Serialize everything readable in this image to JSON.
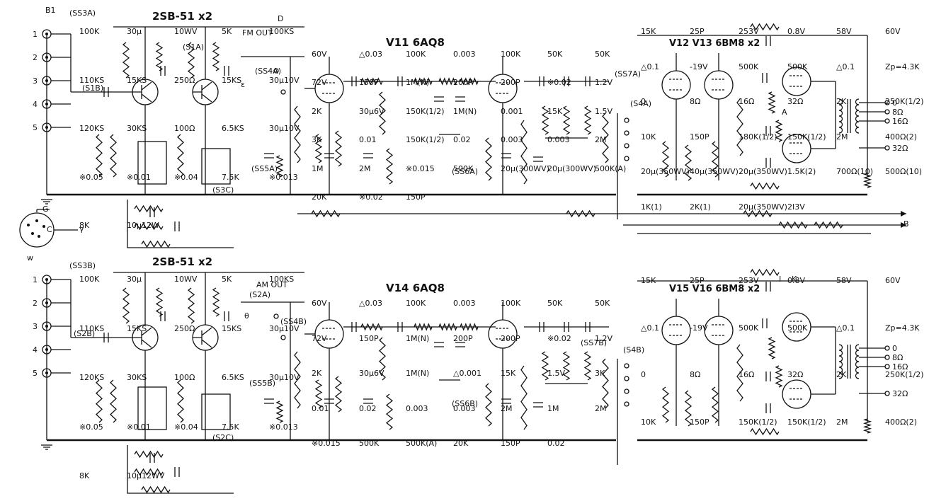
{
  "upper": {
    "jacks": [
      "1",
      "2",
      "3",
      "4",
      "5"
    ],
    "transistor_title": "2SB-51 x2",
    "tube_title": "V11 6AQ8",
    "out_tube_title": "V12 V13 6BM8 x2",
    "fm_out": "FM OUT",
    "switches": [
      "(SS3A)",
      "(S1A)",
      "(S1B)",
      "(SS4A)",
      "(SS5A)",
      "(SS6A)",
      "(SS7A)",
      "(S4A)",
      "(S3C)"
    ],
    "labels_left": [
      "100K",
      "30μ",
      "10WV",
      "5K",
      "100KS",
      "110KS",
      "15KS",
      "250Ω",
      "15KS",
      "30μ10V",
      "120KS",
      "30KS",
      "100Ω",
      "6.5KS",
      "30μ10V",
      "※0.05",
      "※0.01",
      "※0.04",
      "7.5K",
      "※0.013",
      "8K",
      "10μ12W"
    ],
    "labels_mid": [
      "60V",
      "△0.03",
      "100K",
      "0.003",
      "100K",
      "50K",
      "50K",
      "72V",
      "150P",
      "1M(N)",
      "200P",
      "200P",
      "※0.02",
      "1.2V",
      "2K",
      "30μ6V",
      "150K(1/2)",
      "1M(N)",
      "0.001",
      "15K",
      "1.5V",
      "3K",
      "0.01",
      "150K(1/2)",
      "0.02",
      "0.003",
      "0.003",
      "2M",
      "1M",
      "2M",
      "※0.015",
      "500K",
      "20μ(300WV)",
      "20μ(300WV)",
      "500K(A)",
      "20K",
      "※0.02",
      "150P"
    ],
    "labels_right": [
      "15K",
      "25P",
      "253V",
      "0.8V",
      "58V",
      "60V",
      "△0.1",
      "-19V",
      "500K",
      "500K",
      "△0.1",
      "Zp=4.3K",
      "0",
      "8Ω",
      "16Ω",
      "32Ω",
      "2K",
      "250K(1/2)",
      "10K",
      "150P",
      "180K(1/2)",
      "150K(1/2)",
      "2M",
      "400Ω(2)",
      "20μ(350WV)",
      "40μ(350WV)",
      "20μ(350WV)",
      "1.5K(2)",
      "700Ω(10)",
      "500Ω(10)",
      "1K(1)",
      "2K(1)",
      "20μ(350WV)",
      "2I3V"
    ]
  },
  "lower": {
    "jacks": [
      "1",
      "2",
      "3",
      "4",
      "5"
    ],
    "transistor_title": "2SB-51 x2",
    "tube_title": "V14 6AQ8",
    "out_tube_title": "V15 V16 6BM8 x2",
    "am_out": "AM OUT",
    "switches": [
      "(SS3B)",
      "(S2A)",
      "(S2B)",
      "(SS4B)",
      "(SS5B)",
      "(SS6B)",
      "(SS7B)",
      "(S4B)",
      "(S2C)"
    ],
    "labels_left": [
      "100K",
      "30μ",
      "10WV",
      "5K",
      "100KS",
      "110KS",
      "15KS",
      "250Ω",
      "15KS",
      "30μ10V",
      "120KS",
      "30KS",
      "100Ω",
      "6.5KS",
      "30μ10V",
      "※0.05",
      "※0.01",
      "※0.04",
      "7.5K",
      "※0.013",
      "8K",
      "10μ12WV"
    ],
    "labels_mid": [
      "60V",
      "△0.03",
      "100K",
      "0.003",
      "100K",
      "50K",
      "50K",
      "72V",
      "150P",
      "1M(N)",
      "200P",
      "200P",
      "※0.02",
      "1.2V",
      "2K",
      "30μ6V",
      "1M(N)",
      "△0.001",
      "15K",
      "1.5V",
      "3K",
      "0.01",
      "0.02",
      "0.003",
      "0.003",
      "2M",
      "1M",
      "2M",
      "※0.015",
      "500K",
      "500K(A)",
      "20K",
      "150P",
      "0.02"
    ],
    "labels_right": [
      "15K",
      "25P",
      "253V",
      "0.8V",
      "58V",
      "60V",
      "△0.1",
      "-19V",
      "500K",
      "500K",
      "△0.1",
      "Zp=4.3K",
      "0",
      "8Ω",
      "16Ω",
      "32Ω",
      "2K",
      "250K(1/2)",
      "10K",
      "150P",
      "150K(1/2)",
      "150K(1/2)",
      "2M",
      "400Ω(2)"
    ]
  },
  "bus": [
    "B1",
    "C",
    "B",
    "G",
    "γ",
    "w",
    "D",
    "θ",
    "ε",
    "I",
    "K",
    "A"
  ]
}
